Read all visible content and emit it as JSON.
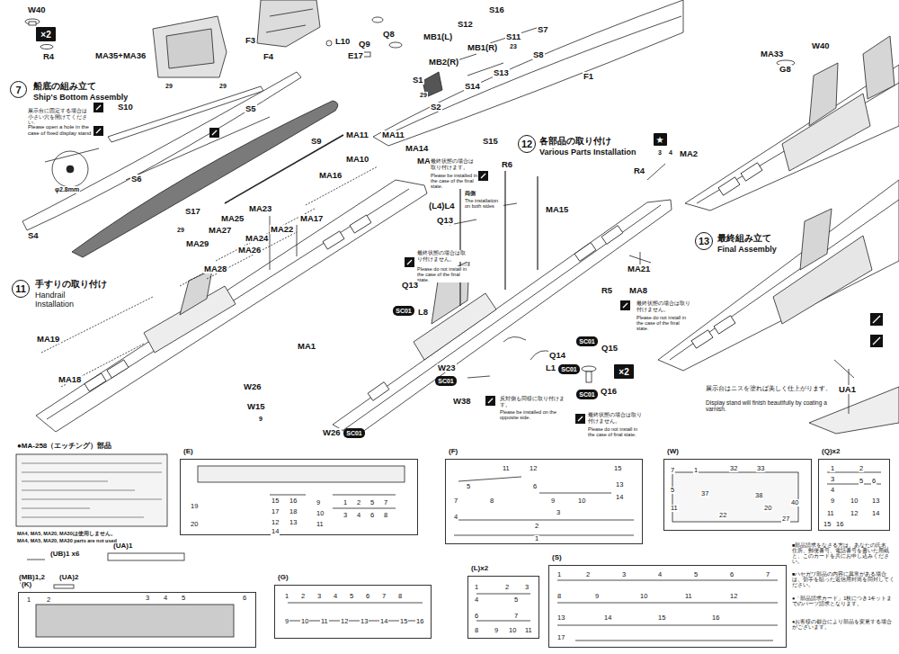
{
  "diagram": {
    "nodes": [
      {
        "text": [
          "7"
        ]
      },
      {
        "text": [
          "×2"
        ]
      },
      {
        "text": [
          "11"
        ]
      },
      {
        "text": [
          "12"
        ]
      },
      {
        "text": [
          "★"
        ]
      },
      {
        "text": [
          "13"
        ]
      },
      {
        "text": [
          "SC01"
        ]
      },
      {
        "text": [
          "SC01"
        ]
      },
      {
        "text": [
          "SC01"
        ]
      },
      {
        "text": [
          "SC01"
        ]
      },
      {
        "text": [
          "SC01"
        ]
      },
      {
        "text": [
          "SC01"
        ]
      },
      {
        "text": [
          "×2"
        ]
      },
      {
        "text": [
          "(E)",
          "19",
          "20",
          "15",
          "16",
          "17",
          "18",
          "12",
          "13",
          "14",
          "9",
          "10",
          "11",
          "1",
          "2",
          "3",
          "4",
          "5",
          "6",
          "7",
          "8"
        ]
      },
      {
        "text": [
          "(F)",
          "11",
          "12",
          "15",
          "5",
          "6",
          "13",
          "14",
          "7",
          "8",
          "9",
          "10",
          "3",
          "2",
          "1",
          "4"
        ]
      },
      {
        "text": [
          "(W)",
          "7",
          "1",
          "32",
          "33",
          "37",
          "38",
          "20",
          "40",
          "5",
          "11",
          "22",
          "27"
        ]
      },
      {
        "text": [
          "(Q)x2",
          "1",
          "2",
          "3",
          "4",
          "9",
          "10",
          "13",
          "11",
          "12",
          "14",
          "5",
          "6",
          "15",
          "16"
        ]
      },
      {
        "text": [
          "(K)",
          "1",
          "2",
          "3",
          "4",
          "5",
          "6"
        ]
      },
      {
        "text": [
          "(G)",
          "1",
          "2",
          "3",
          "4",
          "5",
          "6",
          "7",
          "8",
          "9",
          "10",
          "11",
          "12",
          "13",
          "14",
          "15",
          "16"
        ]
      },
      {
        "text": [
          "(L)x2",
          "1",
          "2",
          "3",
          "4",
          "5",
          "6",
          "7",
          "8",
          "9",
          "10",
          "11"
        ]
      },
      {
        "text": [
          "(S)",
          "1",
          "2",
          "3",
          "4",
          "5",
          "6",
          "7",
          "8",
          "9",
          "10",
          "11",
          "12",
          "13",
          "14",
          "15",
          "16",
          "17"
        ]
      }
    ],
    "labels": [
      "W40",
      "R4",
      "MA35+MA36",
      "F3",
      "F4",
      "L10",
      "Q9",
      "Q8",
      "E17",
      "船底の組み立て",
      "Ship's Bottom Assembly",
      "展示台に固定する場合は小さい穴を開けてください。",
      "Please open a hole in the case of fixed display stand",
      "φ2.8mm",
      "S10",
      "S5",
      "S9",
      "S6",
      "S17",
      "S4",
      "29",
      "29",
      "29",
      "手すりの取り付け",
      "Handrail Installation",
      "MA11",
      "MA11",
      "MA14",
      "MA10",
      "MA9",
      "MA16",
      "MA23",
      "MA25",
      "MA17",
      "MA27",
      "MA22",
      "MA29",
      "MA24",
      "MA26",
      "MA28",
      "MA19",
      "MA18",
      "MA1",
      "W26",
      "W15",
      "9",
      "W26",
      "MB1(L)",
      "S12",
      "S16",
      "S11",
      "S7",
      "MB1(R)",
      "23",
      "S8",
      "MB2(R)",
      "S13",
      "S1",
      "29",
      "S14",
      "S2",
      "S15",
      "各部品の取り付け",
      "Various Parts Installation",
      "最終状態の場合は取り付けます。",
      "Please be installed in the case of the final state.",
      "(L4)L4",
      "両側",
      "The installation on both sides",
      "Q13",
      "R6",
      "MA15",
      "R4",
      "MA2",
      "3",
      "4",
      "最終状態の場合は取り付けません。",
      "Please do not install in the case of the final state.",
      "Q13",
      "L8",
      "MA21",
      "MA8",
      "R5",
      "最終状態の場合は取り付けません。",
      "Please do not install in the case of the final state.",
      "Q15",
      "Q14",
      "L1",
      "Q16",
      "W23",
      "W38",
      "反対側も同様に取り付けます。",
      "Please be installed on the opposite side.",
      "最終状態の場合は取り付けません。",
      "Please do not install in the case of final state.",
      "F1",
      "W40",
      "MA33",
      "G8",
      "最終組み立て",
      "Final Assembly",
      "展示台はニスを塗れば美しく仕上がります。",
      "Display stand will finish beautifully by coating a varnish.",
      "UA1",
      "●MA-258（エッチング）部品",
      "MA4, MA5, MA20, MA30は使用しません。",
      "MA4, MA5, MA20, MA30 parts are not used",
      "(UB)1 x6",
      "(UA)1",
      "(MB)1,2",
      "(UA)2",
      "■部品請求をなさる方は、あなたの氏名、住所、郵便番号、電話番号を書いた用紙と、このカードを共にお申し込みください。",
      "■ハセガワ部品の内容に異常がある場合は、切手を貼った返信用封筒を同封してください。",
      "●「部品請求カード」1枚につき1キットまでのパーツ請求となります。",
      "●お客様の都合により部品を変更する場合がございます。"
    ]
  }
}
